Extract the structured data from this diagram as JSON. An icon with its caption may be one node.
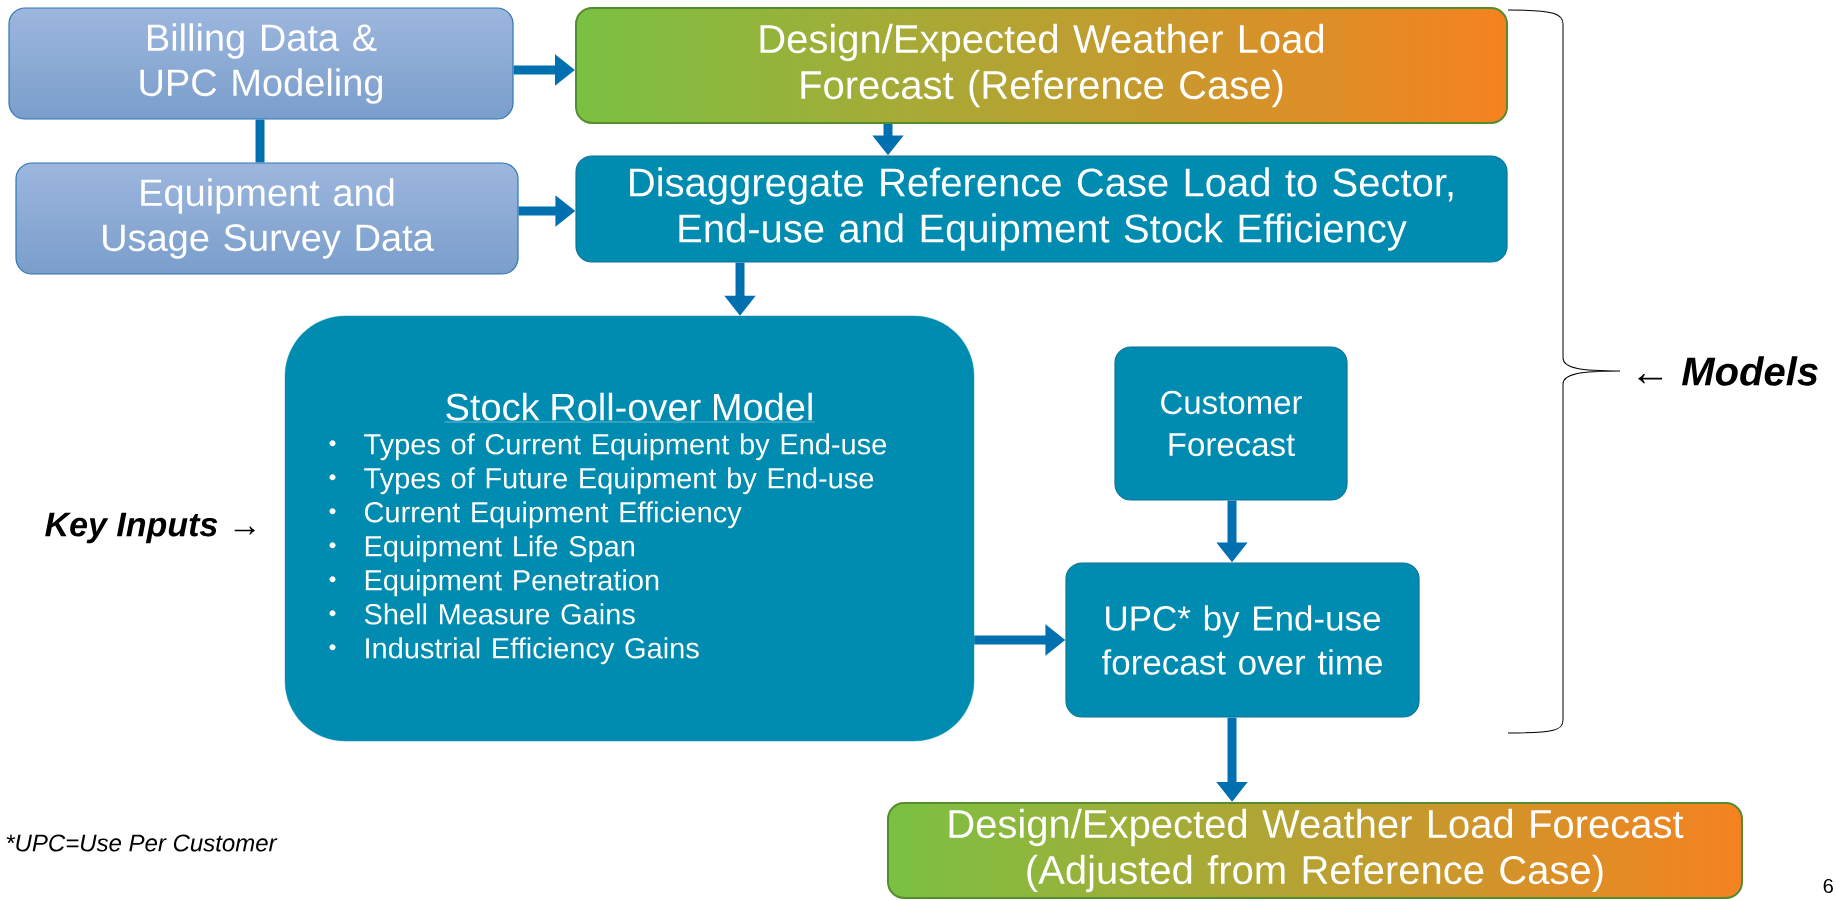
{
  "diagram": {
    "nodes": [
      {
        "text": [
          "Billing Data & UPC Modeling"
        ]
      },
      {
        "text": [
          "Equipment and Usage Survey Data"
        ]
      },
      {
        "text": [
          "Design/Expected Weather Load Forecast (Reference Case)"
        ]
      },
      {
        "text": [
          "Disaggregate Reference Case Load to Sector, End-use and Equipment Stock Efficiency"
        ]
      },
      {
        "text": [
          "Stock Roll-over Model",
          "Types of Current Equipment by End-use",
          "Types of Future Equipment by End-use",
          "Current Equipment Efficiency",
          "Equipment Life Span",
          "Equipment Penetration",
          "Shell Measure Gains",
          "Industrial Efficiency Gains"
        ]
      },
      {
        "text": [
          "Customer Forecast"
        ]
      },
      {
        "text": [
          "UPC* by End-use forecast over time"
        ]
      },
      {
        "text": [
          "Design/Expected Weather Load Forecast (Adjusted from Reference Case)"
        ]
      }
    ],
    "edges": [
      {
        "from": 0,
        "to": 2,
        "arrow": "to"
      },
      {
        "from": 0,
        "to": 1,
        "arrow": "none"
      },
      {
        "from": 1,
        "to": 3,
        "arrow": "to"
      },
      {
        "from": 2,
        "to": 3,
        "arrow": "to"
      },
      {
        "from": 3,
        "to": 4,
        "arrow": "to"
      },
      {
        "from": 4,
        "to": 6,
        "arrow": "to"
      },
      {
        "from": 5,
        "to": 6,
        "arrow": "to"
      },
      {
        "from": 6,
        "to": 7,
        "arrow": "to"
      }
    ],
    "labels": [
      "← Models",
      "Key Inputs →",
      "*UPC=Use Per Customer",
      "6"
    ]
  }
}
